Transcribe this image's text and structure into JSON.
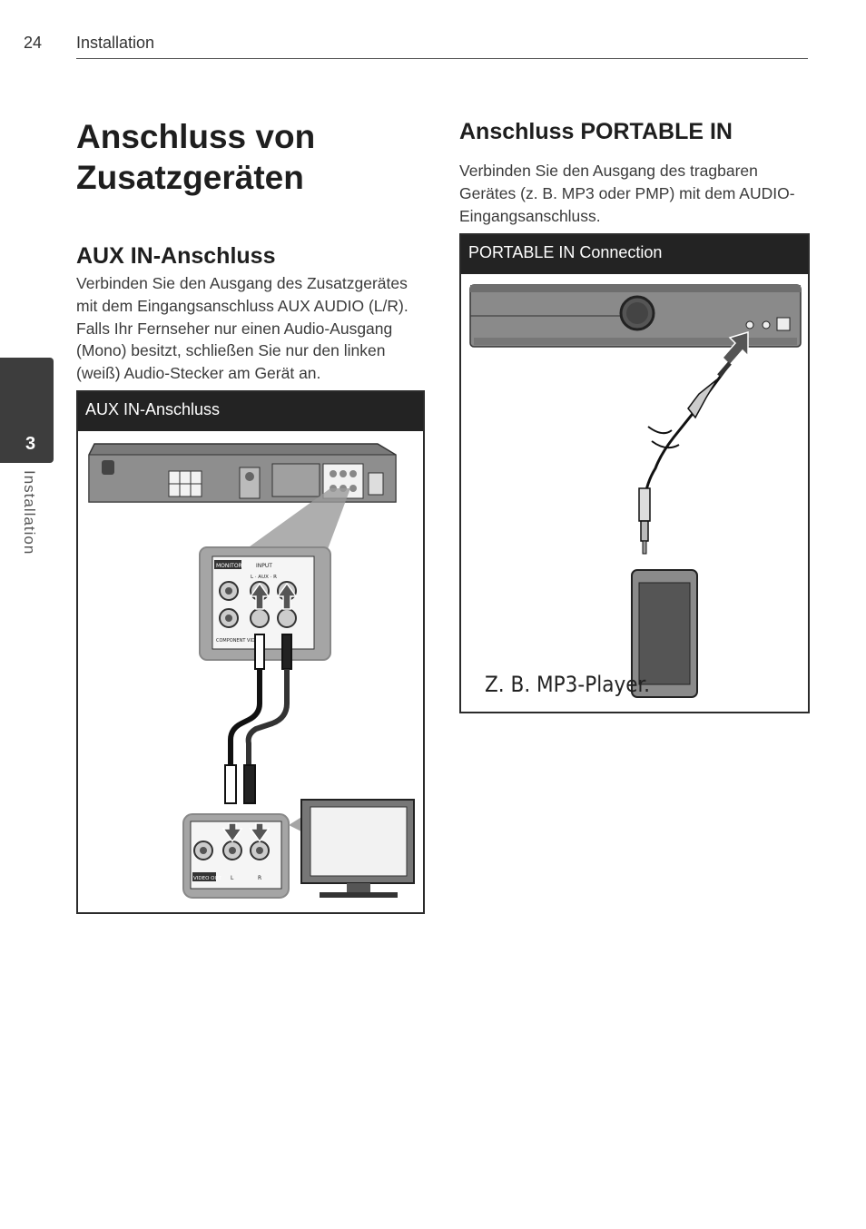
{
  "header": {
    "page_number": "24",
    "section": "Installation"
  },
  "side_tab": {
    "chapter_number": "3",
    "chapter_label": "Installation"
  },
  "left": {
    "main_title_line1": "Anschluss von",
    "main_title_line2": "Zusatzgeräten",
    "aux_title": "AUX IN-Anschluss",
    "aux_text_lines": [
      "Verbinden Sie den Ausgang des Zusatzgerätes",
      "mit dem Eingangsanschluss AUX AUDIO (L/R).",
      "Falls Ihr Fernseher nur einen Audio-Ausgang",
      "(Mono) besitzt, schließen Sie nur den linken",
      "(weiß) Audio-Stecker am Gerät an."
    ],
    "figure": {
      "caption": "AUX IN-Anschluss",
      "panel_labels": {
        "monitor": "MONITOR",
        "input": "INPUT",
        "aux": "L  ·  AUX  ·  R",
        "component": "COMPONENT VIDEO",
        "video_out": "VIDEO OUT",
        "l": "L",
        "r": "R"
      }
    }
  },
  "right": {
    "portable_title": "Anschluss PORTABLE IN",
    "portable_text_lines": [
      "Verbinden Sie den Ausgang des tragbaren",
      "Gerätes (z. B. MP3 oder PMP) mit dem AUDIO-",
      "Eingangsanschluss."
    ],
    "figure": {
      "caption": "PORTABLE IN Connection",
      "device_label": "Z. B. MP3-Player."
    }
  }
}
